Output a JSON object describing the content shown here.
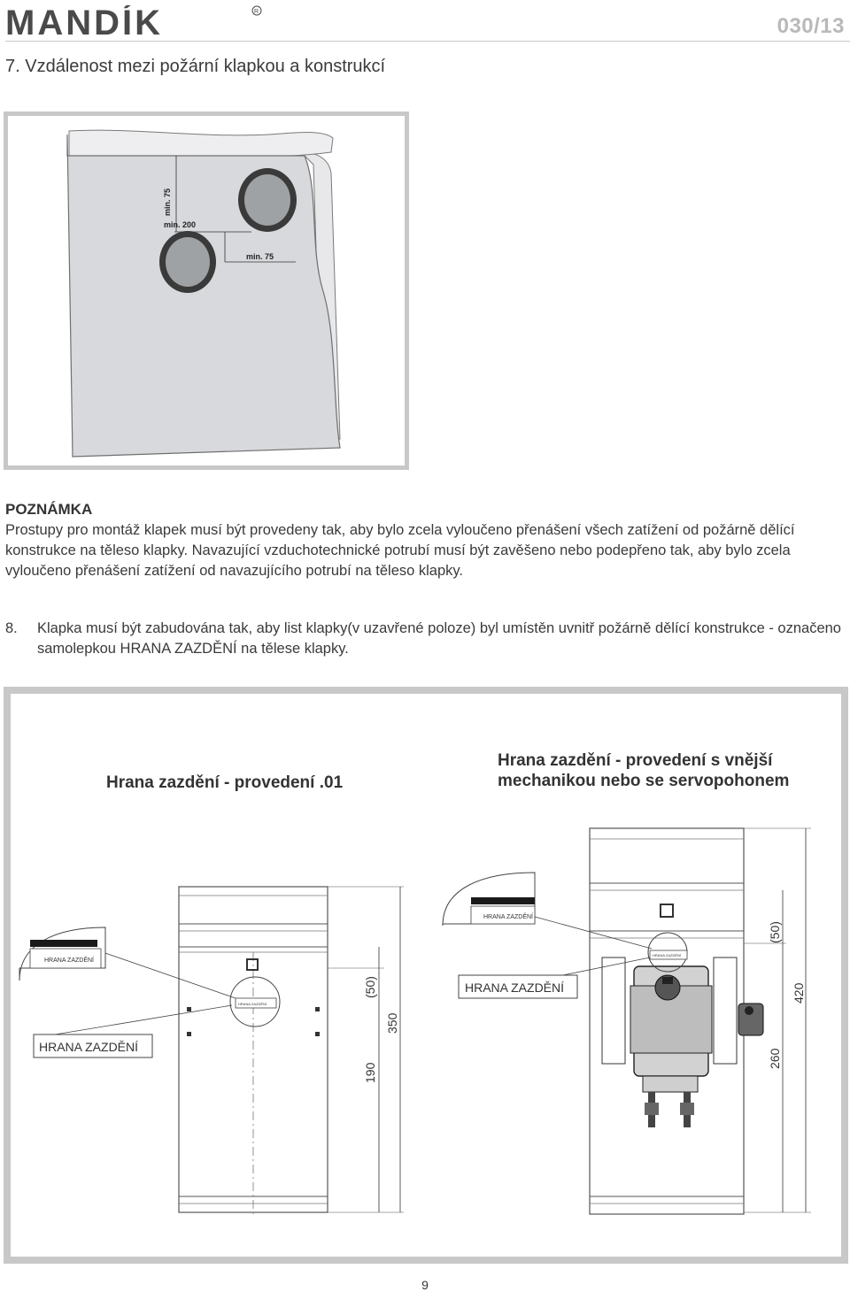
{
  "header": {
    "logo_text": "MANDÍK",
    "registered_mark": "R",
    "page_code": "030/13"
  },
  "section7": {
    "heading": "7. Vzdálenost mezi požární klapkou a konstrukcí",
    "figure": {
      "dim_vertical": "min. 75",
      "dim_horizontal": "min. 200",
      "dim_lower": "min. 75"
    }
  },
  "note": {
    "title": "POZNÁMKA",
    "text": "Prostupy pro montáž klapek musí být provedeny tak, aby bylo zcela vyloučeno přenášení všech zatížení od požárně dělící konstrukce na těleso klapky. Navazující vzduchotechnické potrubí musí být zavěšeno nebo podepřeno tak, aby bylo zcela vyloučeno přenášení zatížení od navazujícího potrubí na těleso klapky."
  },
  "section8": {
    "number": "8.",
    "text": "Klapka musí být zabudována tak, aby list klapky(v uzavřené poloze) byl umístěn uvnitř požárně dělící konstrukce - označeno samolepkou HRANA ZAZDĚNÍ na tělese klapky."
  },
  "figure2": {
    "left": {
      "title": "Hrana zazdění - provedení .01",
      "callout_small": "HRANA ZAZDĚNÍ",
      "callout_large": "HRANA ZAZDĚNÍ",
      "body_label": "HRANA ZAZDĚNÍ",
      "dim_50": "(50)",
      "dim_190": "190",
      "dim_350": "350"
    },
    "right": {
      "title_line1": "Hrana zazdění - provedení s vnější",
      "title_line2": "mechanikou nebo se servopohonem",
      "callout_small": "HRANA ZAZDĚNÍ",
      "callout_large": "HRANA ZAZDĚNÍ",
      "body_label": "HRANA ZAZDĚNÍ",
      "dim_50": "(50)",
      "dim_260": "260",
      "dim_420": "420"
    }
  },
  "footer": {
    "page_number": "9"
  }
}
